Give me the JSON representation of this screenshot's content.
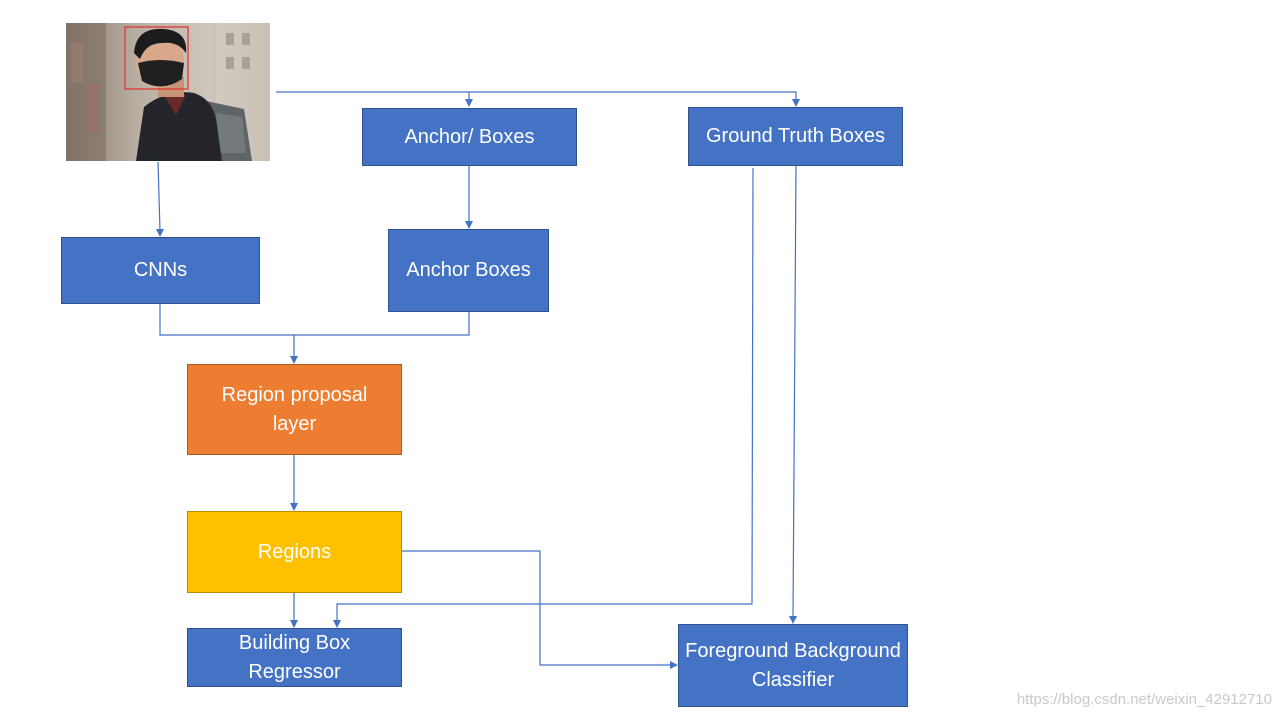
{
  "colors": {
    "blue_box": "#4472c4",
    "orange_box": "#ed7d31",
    "yellow_box": "#ffc000",
    "connector": "#4472c4",
    "face_box": "#e03030"
  },
  "photo": {
    "icon": "person-with-face-mask-photo"
  },
  "nodes": {
    "anchor_boxes_top": "Anchor/ Boxes",
    "ground_truth": "Ground Truth Boxes",
    "cnns": "CNNs",
    "anchor_boxes": "Anchor Boxes",
    "region_proposal": "Region proposal layer",
    "regions": "Regions",
    "bbox_regressor": "Building Box Regressor",
    "fg_bg_classifier": "Foreground Background Classifier"
  },
  "watermark": "https://blog.csdn.net/weixin_42912710"
}
